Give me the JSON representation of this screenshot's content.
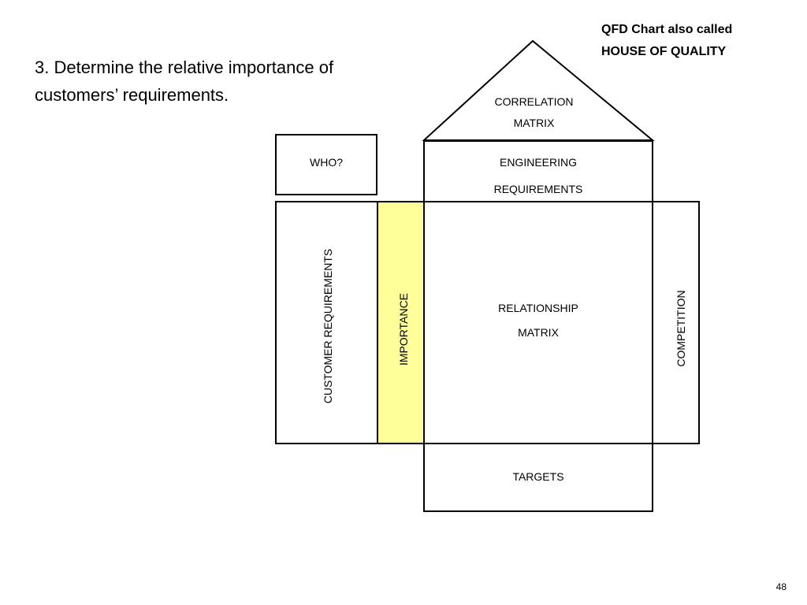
{
  "heading": {
    "line1": "3. Determine the relative importance of",
    "line2": "customers’ requirements."
  },
  "note": {
    "line1": "QFD Chart also called",
    "line2": "HOUSE OF QUALITY"
  },
  "house": {
    "roof": {
      "line1": "CORRELATION",
      "line2": "MATRIX"
    },
    "who": "WHO?",
    "engineering": {
      "line1": "ENGINEERING",
      "line2": "REQUIREMENTS"
    },
    "customer_requirements": "CUSTOMER REQUIREMENTS",
    "importance": "IMPORTANCE",
    "relationship": {
      "line1": "RELATIONSHIP",
      "line2": "MATRIX"
    },
    "competition": "COMPETITION",
    "targets": "TARGETS"
  },
  "colors": {
    "highlight": "#ffff99",
    "stroke": "#000000"
  },
  "page_number": "48"
}
